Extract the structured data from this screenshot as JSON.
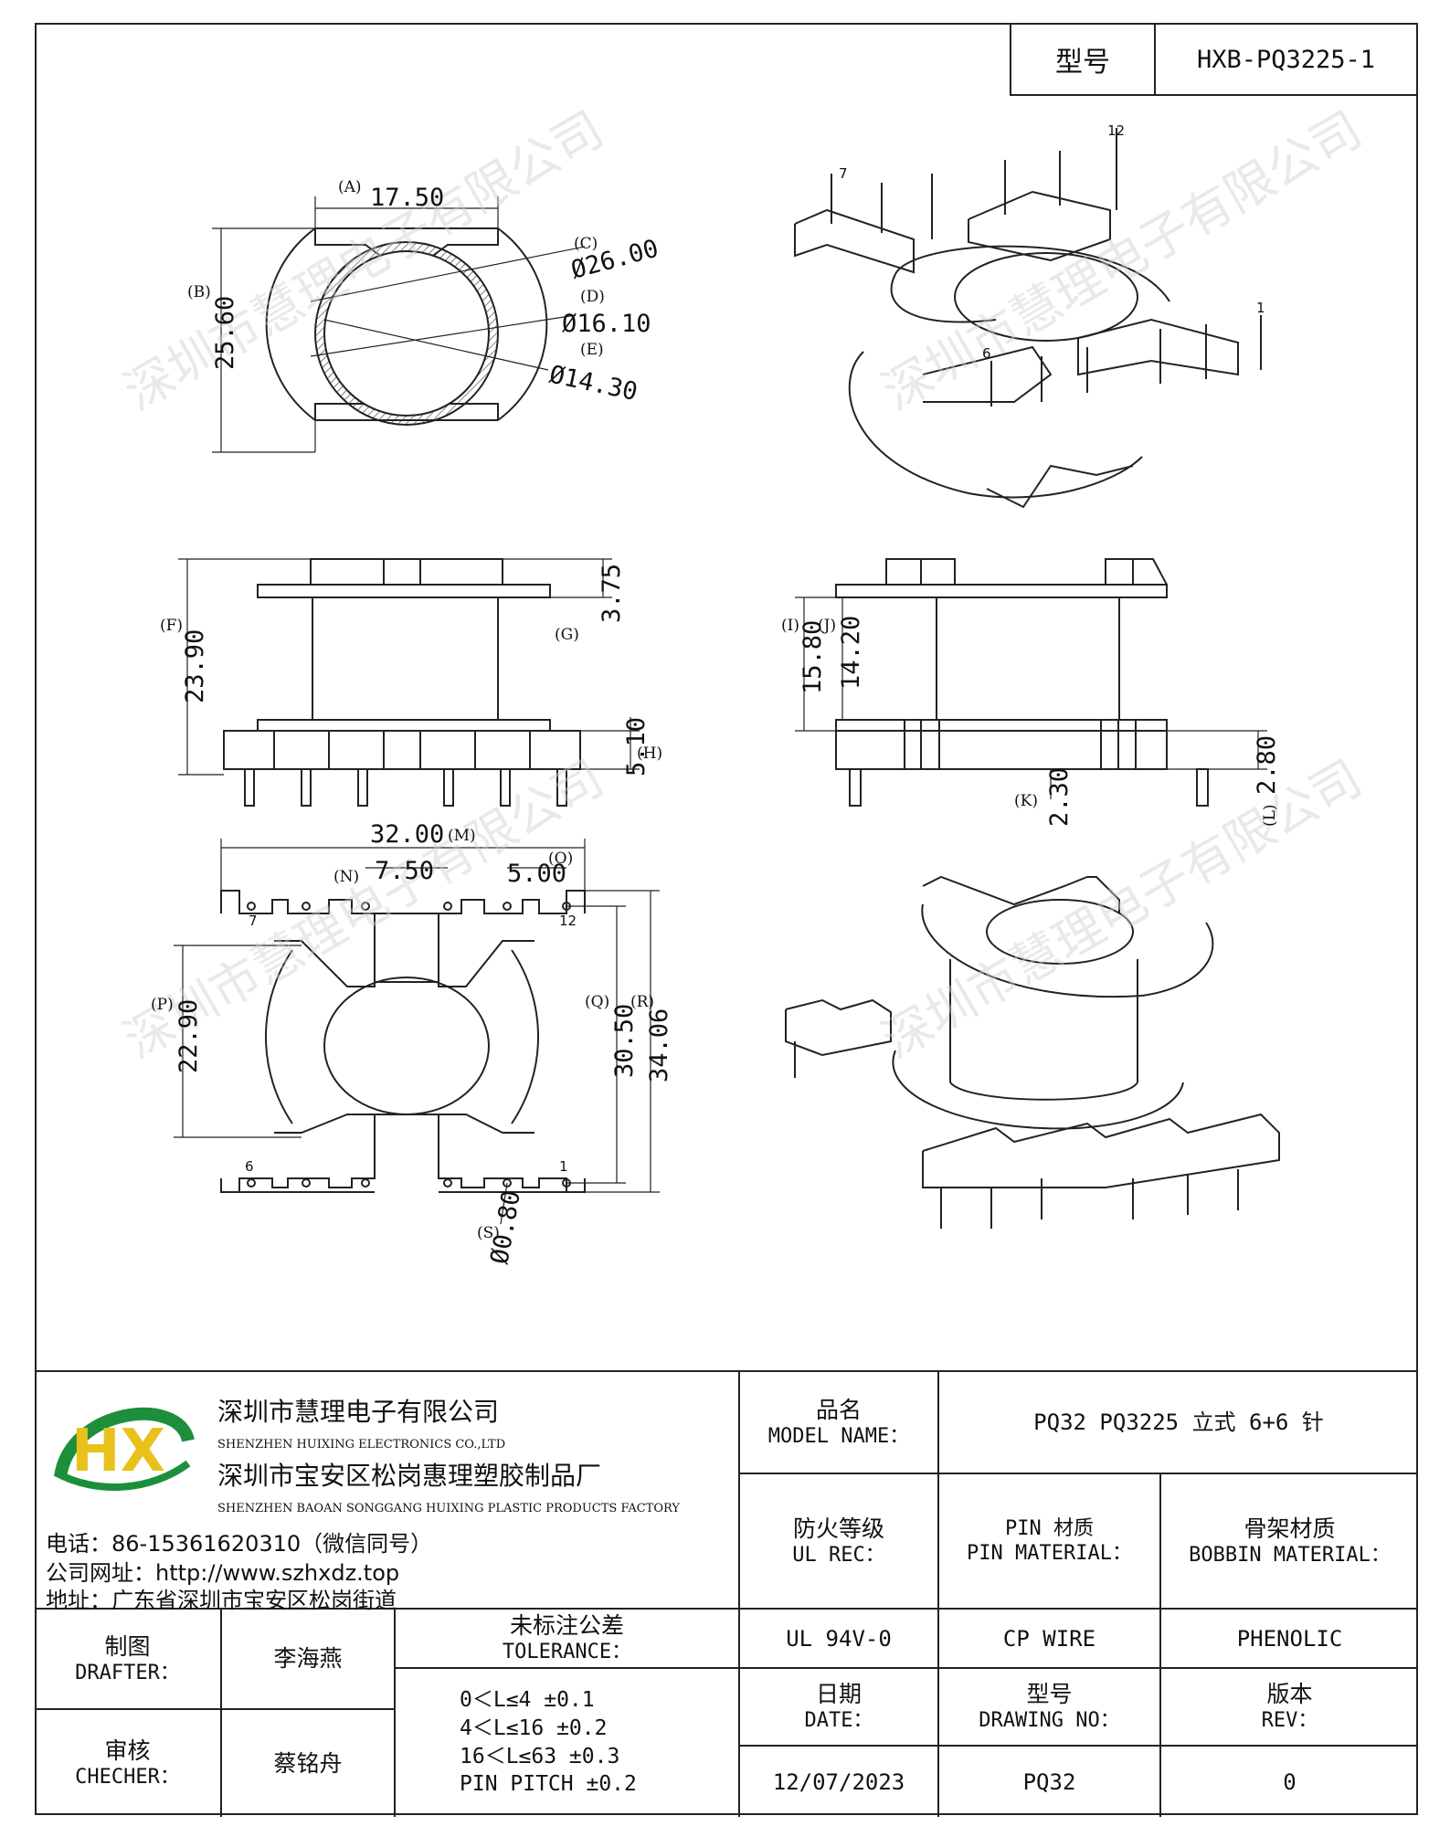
{
  "header": {
    "model_label": "型号",
    "model_value": "HXB-PQ3225-1"
  },
  "dimensions": {
    "A": "17.50",
    "B": "25.60",
    "C": "Ø26.00",
    "D": "Ø16.10",
    "E": "Ø14.30",
    "F": "23.90",
    "G": "3.75",
    "H": "5.10",
    "I": "15.80",
    "J": "14.20",
    "K": "2.30",
    "L": "2.80",
    "M": "32.00",
    "N": "7.50",
    "O": "5.00",
    "P": "22.90",
    "Q": "30.50",
    "R": "34.06",
    "S": "Ø0.80"
  },
  "dimension_refs": {
    "A": "(A)",
    "B": "(B)",
    "C": "(C)",
    "D": "(D)",
    "E": "(E)",
    "F": "(F)",
    "G": "(G)",
    "H": "(H)",
    "I": "(I)",
    "J": "(J)",
    "K": "(K)",
    "L": "(L)",
    "M": "(M)",
    "N": "(N)",
    "O": "(O)",
    "P": "(P)",
    "Q": "(Q)",
    "R": "(R)",
    "S": "(S)"
  },
  "pin_labels": {
    "p1": "1",
    "p6": "6",
    "p7": "7",
    "p12": "12"
  },
  "watermark": "深圳市慧理电子有限公司",
  "company": {
    "name_cn": "深圳市慧理电子有限公司",
    "name_en": "SHENZHEN HUIXING ELECTRONICS CO.,LTD",
    "factory_cn": "深圳市宝安区松岗惠理塑胶制品厂",
    "factory_en": "SHENZHEN BAOAN SONGGANG HUIXING PLASTIC PRODUCTS FACTORY",
    "phone": "电话：86-15361620310（微信同号）",
    "website": "公司网址：http://www.szhxdz.top",
    "address": "地址：广东省深圳市宝安区松岗街道",
    "logo_text": "HX"
  },
  "table": {
    "model_name_cn": "品名",
    "model_name_en": "MODEL NAME：",
    "model_name_value": "PQ32 PQ3225 立式 6+6 针",
    "ul_cn": "防火等级",
    "ul_en": "UL REC：",
    "ul_value": "UL 94V-0",
    "pin_cn": "PIN 材质",
    "pin_en": "PIN MATERIAL：",
    "pin_value": "CP WIRE",
    "bobbin_cn": "骨架材质",
    "bobbin_en": "BOBBIN MATERIAL：",
    "bobbin_value": "PHENOLIC",
    "drafter_cn": "制图",
    "drafter_en": "DRAFTER：",
    "drafter_value": "李海燕",
    "checker_cn": "审核",
    "checker_en": "CHECHER：",
    "checker_value": "蔡铭舟",
    "tolerance_cn": "未标注公差",
    "tolerance_en": "TOLERANCE：",
    "tolerance_lines": [
      "0＜L≤4   ±0.1",
      "4＜L≤16  ±0.2",
      "16＜L≤63  ±0.3",
      "PIN PITCH  ±0.2"
    ],
    "date_cn": "日期",
    "date_en": "DATE：",
    "date_value": "12/07/2023",
    "drawing_cn": "型号",
    "drawing_en": "DRAWING NO：",
    "drawing_value": "PQ32",
    "rev_cn": "版本",
    "rev_en": "REV：",
    "rev_value": "0"
  }
}
